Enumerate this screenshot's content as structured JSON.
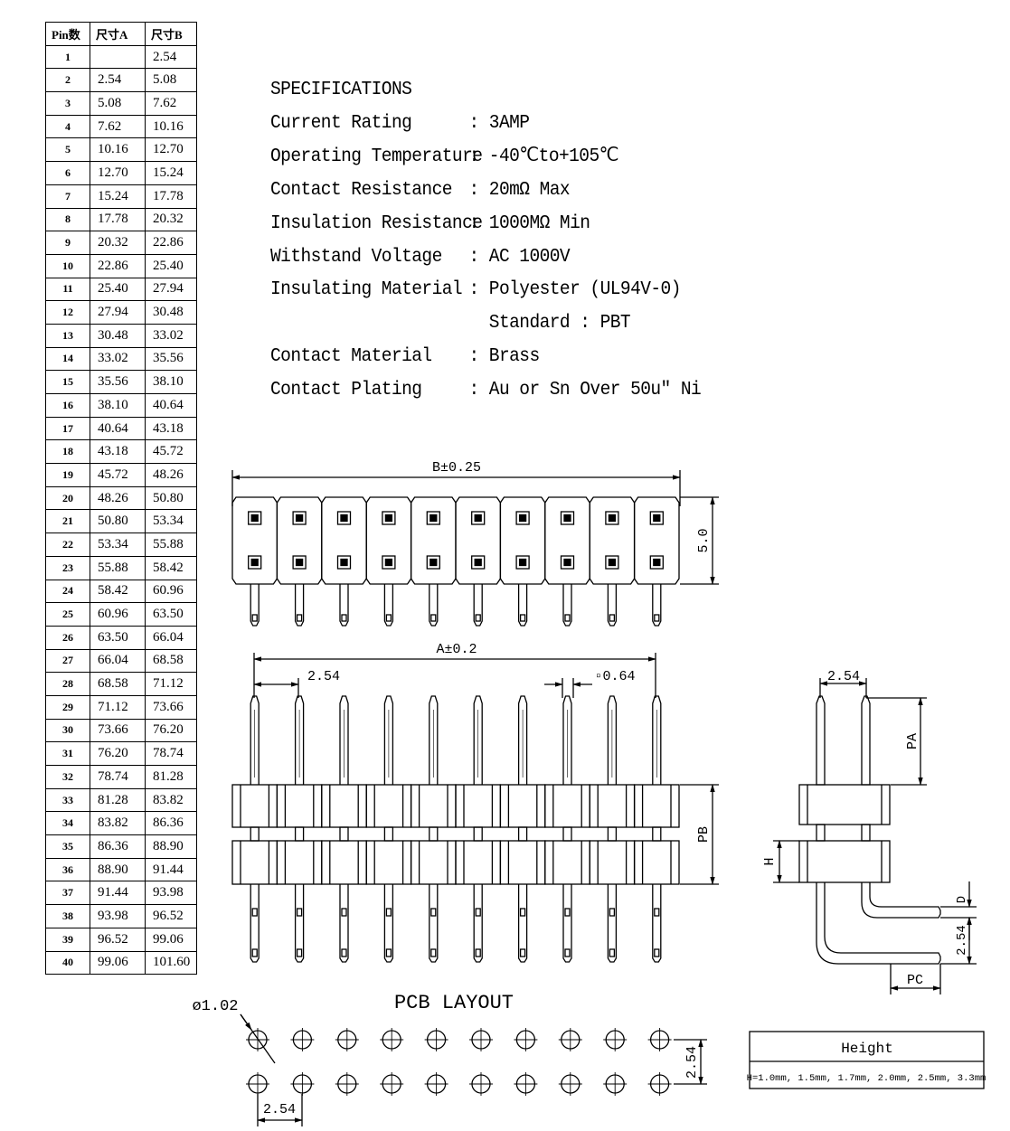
{
  "table": {
    "headers": [
      "Pin数",
      "尺寸A",
      "尺寸B"
    ],
    "rows": [
      [
        "1",
        "",
        "2.54"
      ],
      [
        "2",
        "2.54",
        "5.08"
      ],
      [
        "3",
        "5.08",
        "7.62"
      ],
      [
        "4",
        "7.62",
        "10.16"
      ],
      [
        "5",
        "10.16",
        "12.70"
      ],
      [
        "6",
        "12.70",
        "15.24"
      ],
      [
        "7",
        "15.24",
        "17.78"
      ],
      [
        "8",
        "17.78",
        "20.32"
      ],
      [
        "9",
        "20.32",
        "22.86"
      ],
      [
        "10",
        "22.86",
        "25.40"
      ],
      [
        "11",
        "25.40",
        "27.94"
      ],
      [
        "12",
        "27.94",
        "30.48"
      ],
      [
        "13",
        "30.48",
        "33.02"
      ],
      [
        "14",
        "33.02",
        "35.56"
      ],
      [
        "15",
        "35.56",
        "38.10"
      ],
      [
        "16",
        "38.10",
        "40.64"
      ],
      [
        "17",
        "40.64",
        "43.18"
      ],
      [
        "18",
        "43.18",
        "45.72"
      ],
      [
        "19",
        "45.72",
        "48.26"
      ],
      [
        "20",
        "48.26",
        "50.80"
      ],
      [
        "21",
        "50.80",
        "53.34"
      ],
      [
        "22",
        "53.34",
        "55.88"
      ],
      [
        "23",
        "55.88",
        "58.42"
      ],
      [
        "24",
        "58.42",
        "60.96"
      ],
      [
        "25",
        "60.96",
        "63.50"
      ],
      [
        "26",
        "63.50",
        "66.04"
      ],
      [
        "27",
        "66.04",
        "68.58"
      ],
      [
        "28",
        "68.58",
        "71.12"
      ],
      [
        "29",
        "71.12",
        "73.66"
      ],
      [
        "30",
        "73.66",
        "76.20"
      ],
      [
        "31",
        "76.20",
        "78.74"
      ],
      [
        "32",
        "78.74",
        "81.28"
      ],
      [
        "33",
        "81.28",
        "83.82"
      ],
      [
        "34",
        "83.82",
        "86.36"
      ],
      [
        "35",
        "86.36",
        "88.90"
      ],
      [
        "36",
        "88.90",
        "91.44"
      ],
      [
        "37",
        "91.44",
        "93.98"
      ],
      [
        "38",
        "93.98",
        "96.52"
      ],
      [
        "39",
        "96.52",
        "99.06"
      ],
      [
        "40",
        "99.06",
        "101.60"
      ]
    ]
  },
  "specs": {
    "title": "SPECIFICATIONS",
    "items": [
      {
        "label": "Current Rating",
        "value": "3AMP"
      },
      {
        "label": "Operating Temperature",
        "value": "-40℃to+105℃"
      },
      {
        "label": "Contact Resistance",
        "value": "20mΩ Max"
      },
      {
        "label": "Insulation Resistance",
        "value": "1000MΩ Min"
      },
      {
        "label": "Withstand Voltage",
        "value": "AC 1000V"
      },
      {
        "label": "Insulating Material",
        "value": "Polyester (UL94V-0)"
      },
      {
        "label": "",
        "value": "Standard : PBT"
      },
      {
        "label": "Contact Material",
        "value": "Brass"
      },
      {
        "label": "Contact Plating",
        "value": "Au or Sn Over 50u\" Ni"
      }
    ]
  },
  "drawing": {
    "dim_b": "B±0.25",
    "dim_height": "5.0",
    "dim_a": "A±0.2",
    "pitch": "2.54",
    "pin_square": "▫0.64",
    "pa": "PA",
    "pb": "PB",
    "h": "H",
    "d": "D",
    "pc": "PC",
    "side_pitch": "2.54",
    "side_pitch_vertical": "2.54",
    "pcb_title": "PCB LAYOUT",
    "hole_dia": "ø1.02",
    "pcb_pitch_v": "2.54",
    "pcb_pitch_h": "2.54"
  },
  "height_box": {
    "title": "Height",
    "values": "H=1.0mm, 1.5mm, 1.7mm, 2.0mm, 2.5mm, 3.3mm"
  }
}
